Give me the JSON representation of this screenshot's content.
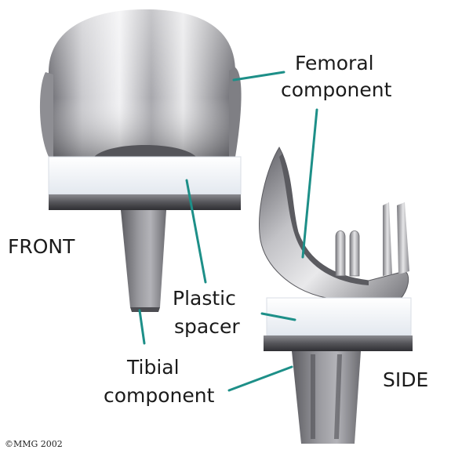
{
  "labels": {
    "femoral_line1": "Femoral",
    "femoral_line2": "component",
    "front": "FRONT",
    "plastic_line1": "Plastic",
    "plastic_line2": "spacer",
    "tibial_line1": "Tibial",
    "tibial_line2": "component",
    "side": "SIDE",
    "copyright": "©MMG 2002"
  },
  "colors": {
    "leader": "#1d8f88",
    "metal_light": "#e4e4e7",
    "metal_dark": "#6e6e74",
    "plastic": "#f4f7fb",
    "tray": "#4a4a4e"
  }
}
